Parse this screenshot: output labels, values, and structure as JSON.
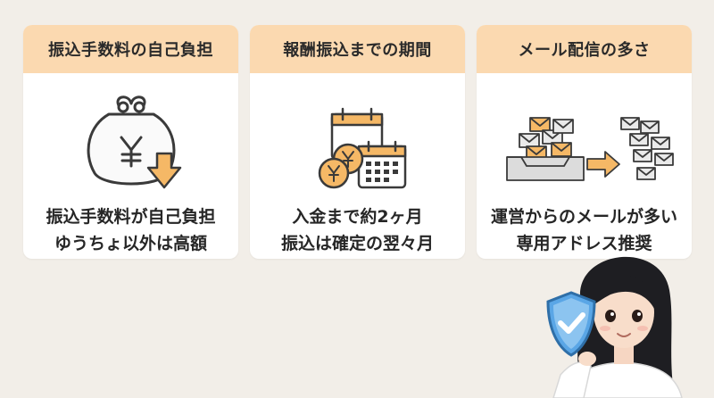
{
  "cards": [
    {
      "title": "振込手数料の自己負担",
      "line1": "振込手数料が自己負担",
      "line2": "ゆうちょ以外は高額",
      "icon": "coin-purse-down-arrow-icon"
    },
    {
      "title": "報酬振込までの期間",
      "line1": "入金まで約2ヶ月",
      "line2": "振込は確定の翌々月",
      "icon": "calendar-yen-coins-icon"
    },
    {
      "title": "メール配信の多さ",
      "line1": "運営からのメールが多い",
      "line2": "専用アドレス推奨",
      "icon": "inbox-envelopes-icon"
    }
  ],
  "colors": {
    "background": "#f2eee8",
    "header": "#fbd9b0",
    "accent": "#f5b866",
    "shield": "#5aa6e6"
  },
  "illustration": {
    "name": "woman-with-shield",
    "icon": "shield-check-icon"
  }
}
